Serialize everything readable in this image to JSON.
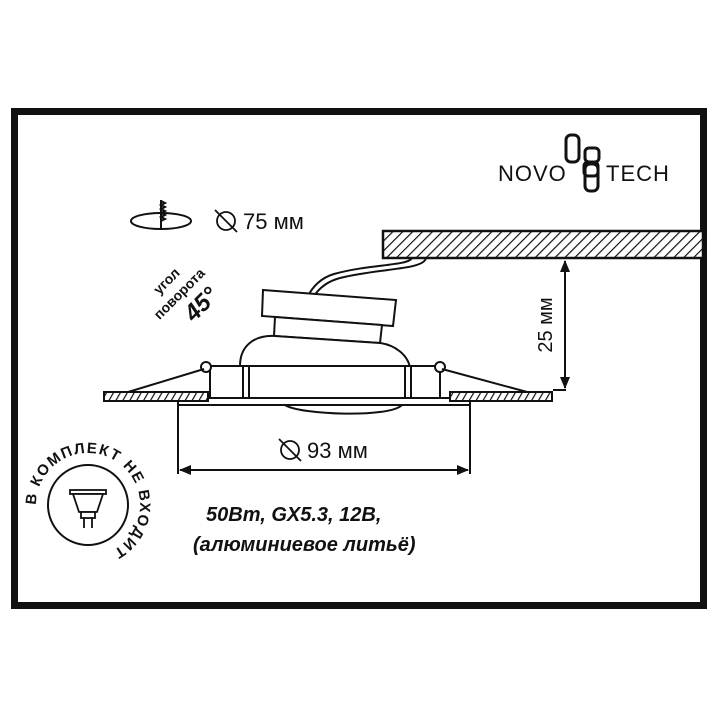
{
  "brand": {
    "name_left": "NOVO",
    "name_right": "TECH",
    "full_name": "NOVOTECH"
  },
  "cutout": {
    "icon": "ceiling-cutout-saw-icon",
    "diameter_symbol": "⌀",
    "value": "75 мм"
  },
  "rotation": {
    "line1": "угол",
    "line2": "поворота",
    "angle": "45°"
  },
  "dimensions": {
    "height_label": "25 мм",
    "diameter_label": "93 мм",
    "diameter_symbol": "⌀"
  },
  "specs": {
    "line1": "50Вт, GX5.3, 12В,",
    "line2": "(алюминиевое литьё)"
  },
  "lamp_badge": {
    "text": "В КОМПЛЕКТ НЕ ВХОДИТ",
    "icon": "mr16-lamp-icon"
  },
  "colors": {
    "stroke": "#111111",
    "background": "#ffffff"
  }
}
